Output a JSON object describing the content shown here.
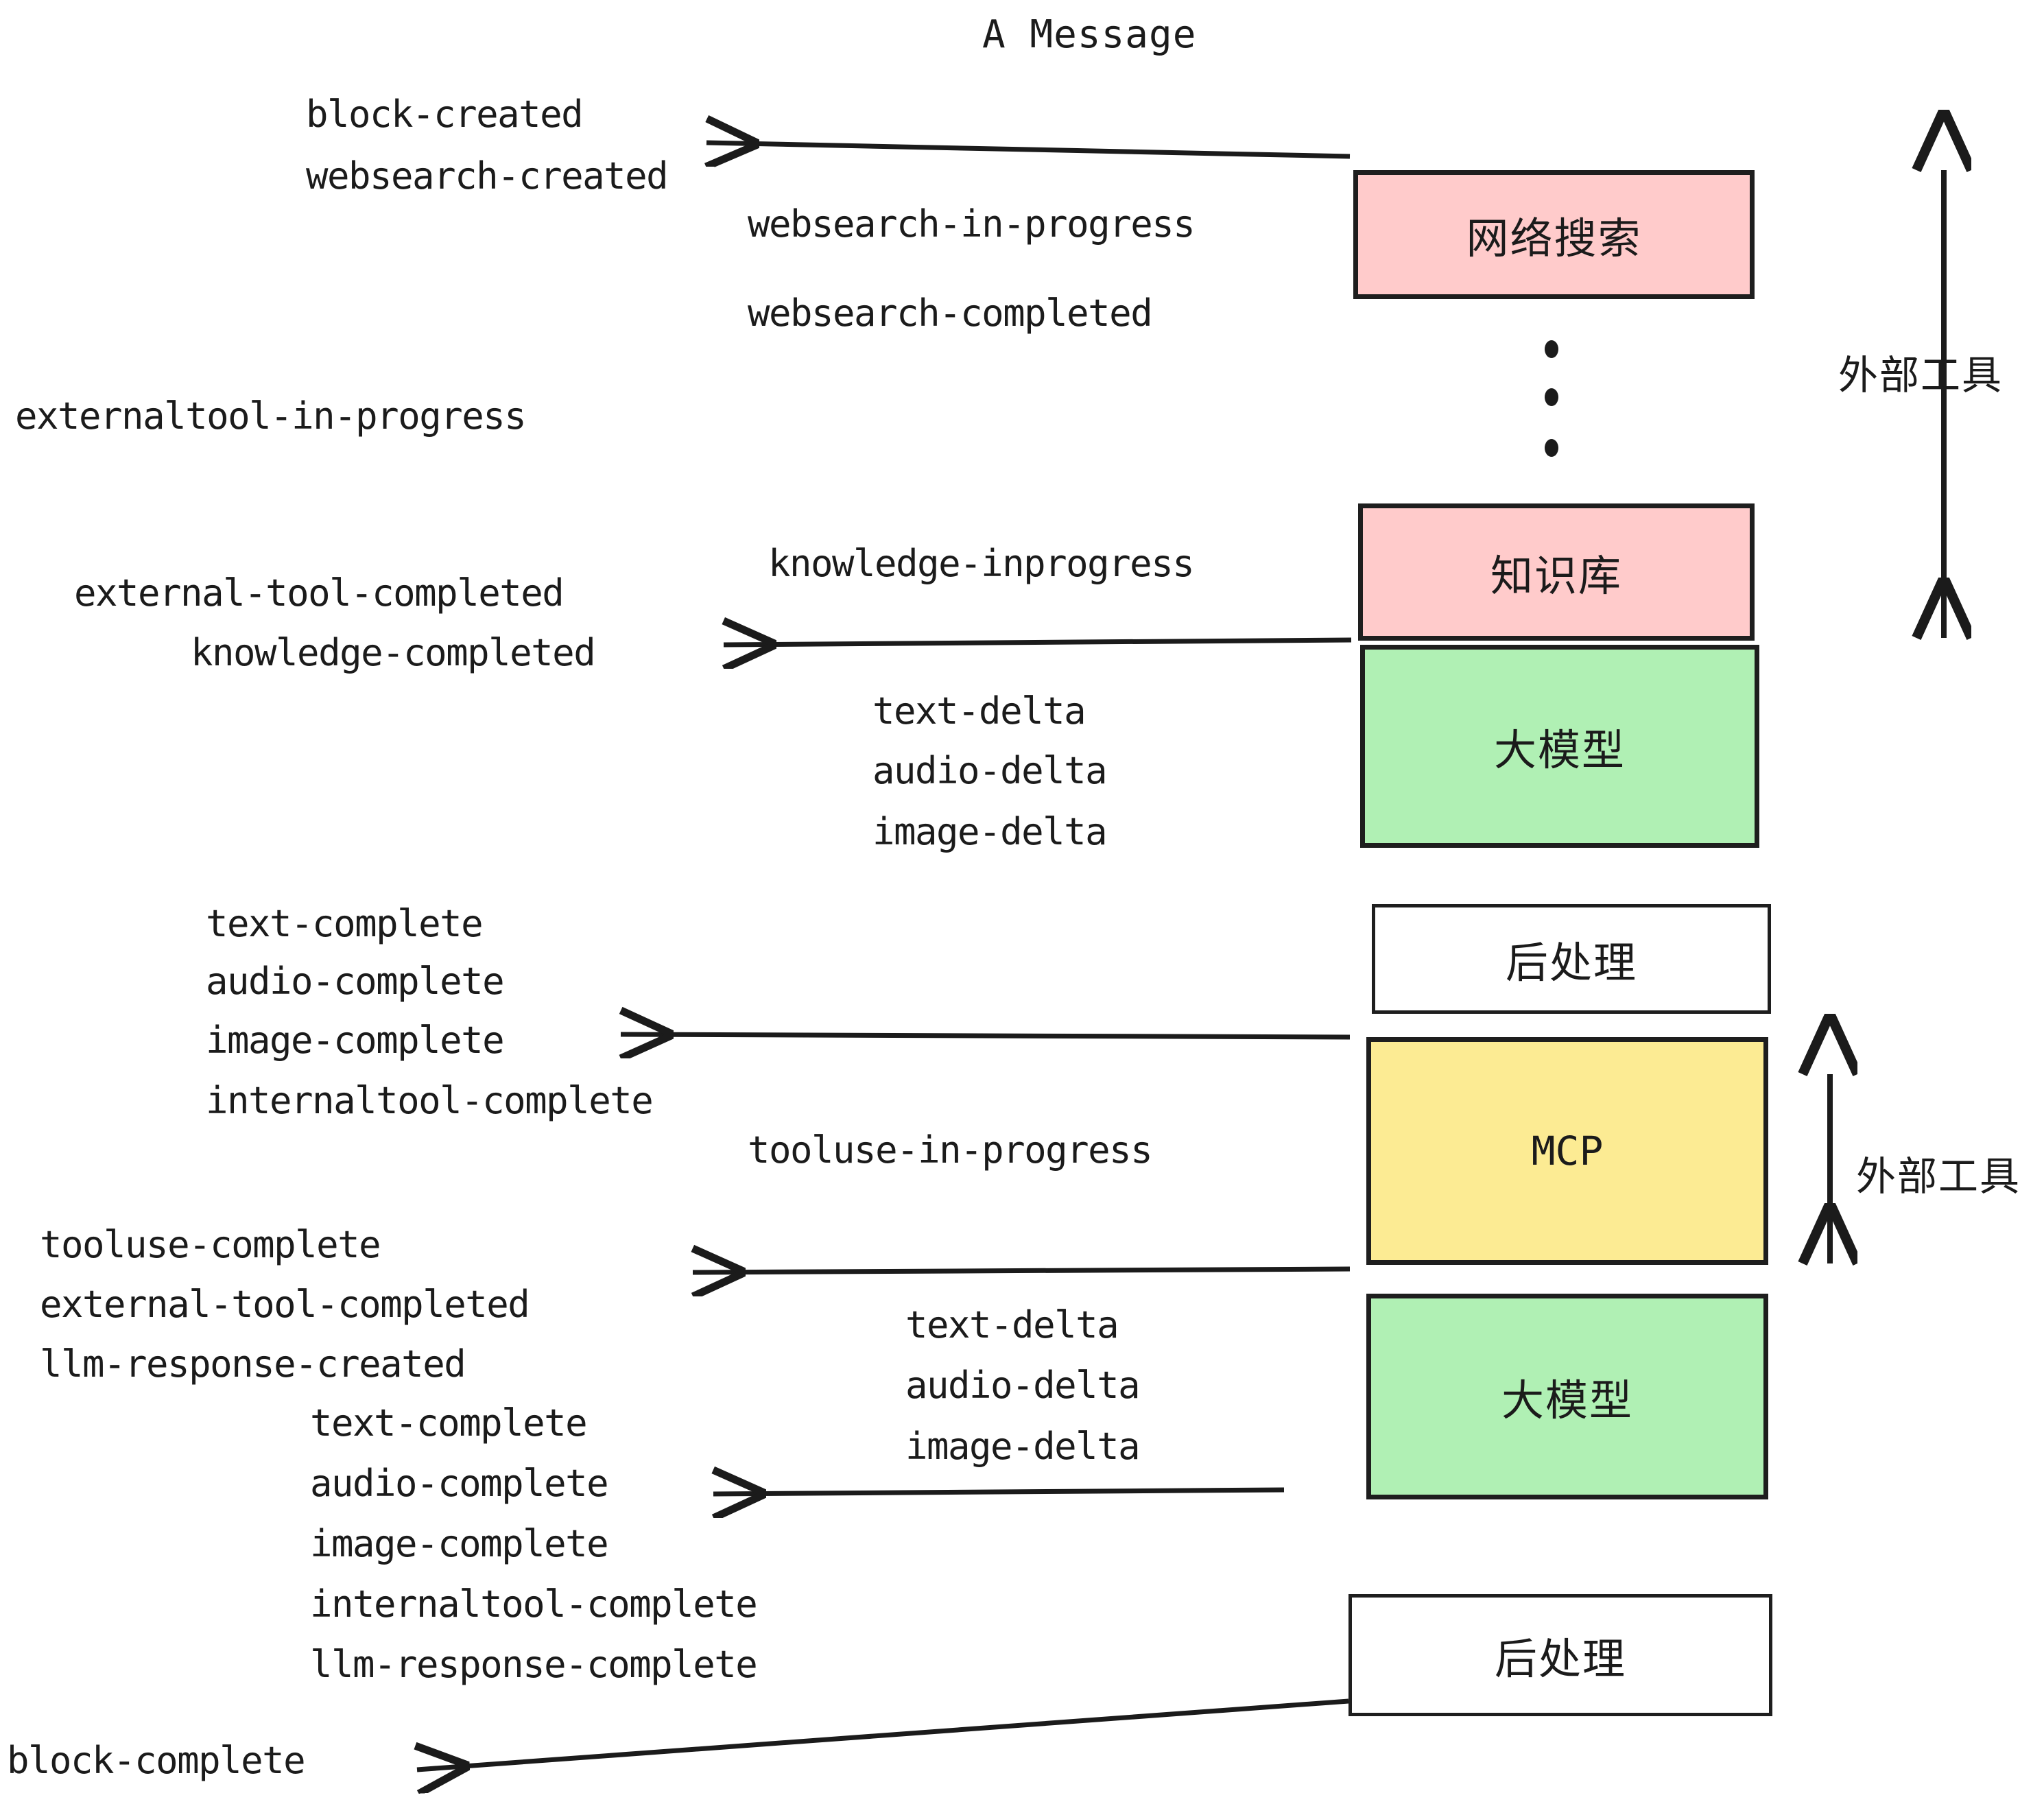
{
  "title": "A Message",
  "colors": {
    "pink": "#FFCBCB",
    "green": "#B0F0B4",
    "yellow": "#FCEB93",
    "white": "#FFFFFF",
    "stroke": "#1E1E1E",
    "text": "#1B1B1B"
  },
  "nodes": [
    {
      "label": "网络搜索",
      "fill": "#FFCBCB"
    },
    {
      "label": "知识库",
      "fill": "#FFCBCB"
    },
    {
      "label": "大模型",
      "fill": "#B0F0B4"
    },
    {
      "label": "后处理",
      "fill": "#FFFFFF"
    },
    {
      "label": "MCP",
      "fill": "#FCEB93"
    },
    {
      "label": "大模型",
      "fill": "#B0F0B4"
    },
    {
      "label": "后处理",
      "fill": "#FFFFFF"
    }
  ],
  "group_labels": [
    {
      "label": "外部工具"
    },
    {
      "label": "外部工具"
    }
  ],
  "events": [
    {
      "text": "block-created"
    },
    {
      "text": "websearch-created"
    },
    {
      "text": "websearch-in-progress"
    },
    {
      "text": "websearch-completed"
    },
    {
      "text": "externaltool-in-progress"
    },
    {
      "text": "knowledge-inprogress"
    },
    {
      "text": "external-tool-completed"
    },
    {
      "text": "knowledge-completed"
    },
    {
      "text": "text-delta"
    },
    {
      "text": "audio-delta"
    },
    {
      "text": "image-delta"
    },
    {
      "text": "text-complete"
    },
    {
      "text": "audio-complete"
    },
    {
      "text": "image-complete"
    },
    {
      "text": "internaltool-complete"
    },
    {
      "text": "tooluse-in-progress"
    },
    {
      "text": "tooluse-complete"
    },
    {
      "text": "external-tool-completed"
    },
    {
      "text": "llm-response-created"
    },
    {
      "text": "text-complete"
    },
    {
      "text": "audio-complete"
    },
    {
      "text": "image-complete"
    },
    {
      "text": "internaltool-complete"
    },
    {
      "text": "llm-response-complete"
    },
    {
      "text": "text-delta"
    },
    {
      "text": "audio-delta"
    },
    {
      "text": "image-delta"
    },
    {
      "text": "block-complete"
    }
  ]
}
